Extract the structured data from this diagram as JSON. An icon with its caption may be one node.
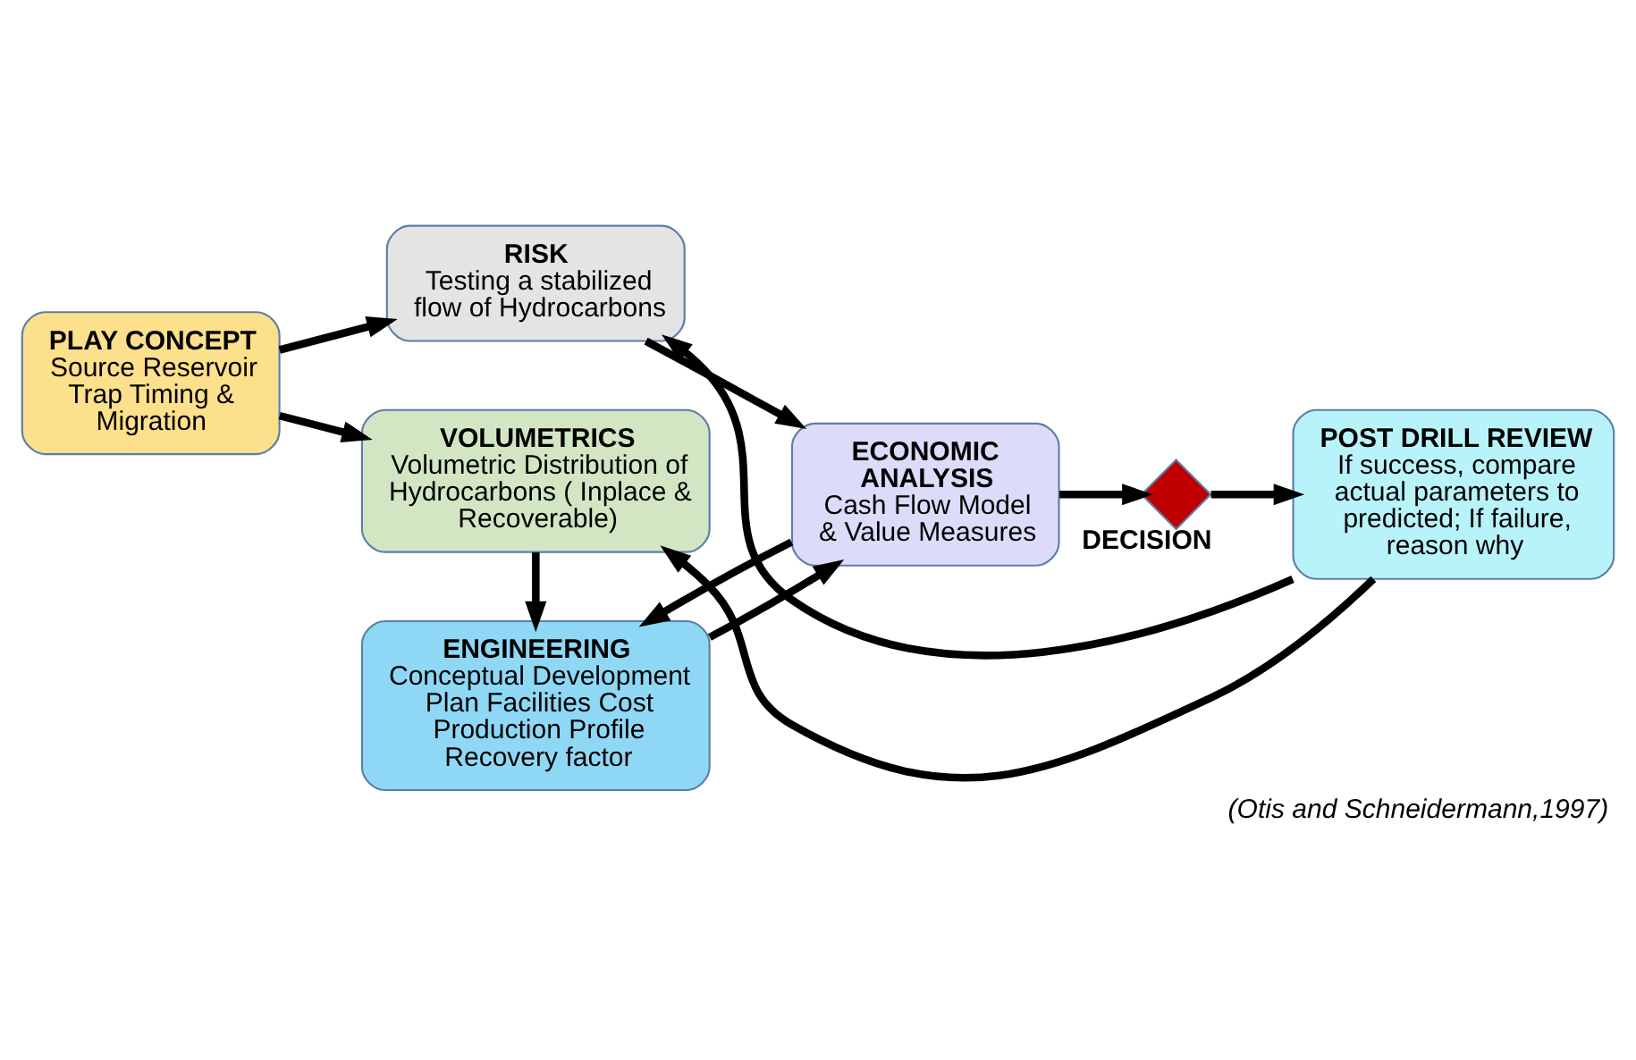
{
  "diagram": {
    "caption": "(Otis and Schneidermann,1997)",
    "nodes": [
      {
        "text": [
          "PLAY CONCEPT",
          "Source Reservoir Trap Timing & Migration"
        ]
      },
      {
        "text": [
          "RISK",
          "Testing a stabilized flow of Hydrocarbons"
        ]
      },
      {
        "text": [
          "ENGINEERING",
          "Conceptual Development Plan Facilities Cost Production Profile Recovery factor"
        ]
      },
      {
        "text": [
          "ECONOMIC ANALYSIS",
          "Cash Flow Model & Value Measures"
        ]
      },
      {
        "text": [],
        "shape": "diamond",
        "beside": [
          "DECISION"
        ]
      },
      {
        "text": [
          "POST DRILL REVIEW",
          "If success, compare actual parameters to predicted; If failure, reason why"
        ]
      },
      {
        "text": [
          "VOLUMETRICS",
          "Volumetric Distribution of Hydrocarbons ( Inplace & Recoverable)"
        ]
      }
    ],
    "edges": [
      {
        "from": 0,
        "to": 1,
        "arrow": "to"
      },
      {
        "from": 0,
        "to": 6,
        "arrow": "to"
      },
      {
        "from": 1,
        "to": 3,
        "arrow": "to"
      },
      {
        "from": 2,
        "to": 3,
        "arrow": "to"
      },
      {
        "from": 3,
        "to": 4,
        "arrow": "to"
      },
      {
        "from": 4,
        "to": 5,
        "arrow": "to"
      },
      {
        "from": 5,
        "to": 1,
        "arrow": "to"
      },
      {
        "from": 5,
        "to": 6,
        "arrow": "to"
      },
      {
        "from": 6,
        "to": 2,
        "arrow": "to"
      },
      {
        "from": 3,
        "to": 2,
        "arrow": "to"
      }
    ]
  }
}
